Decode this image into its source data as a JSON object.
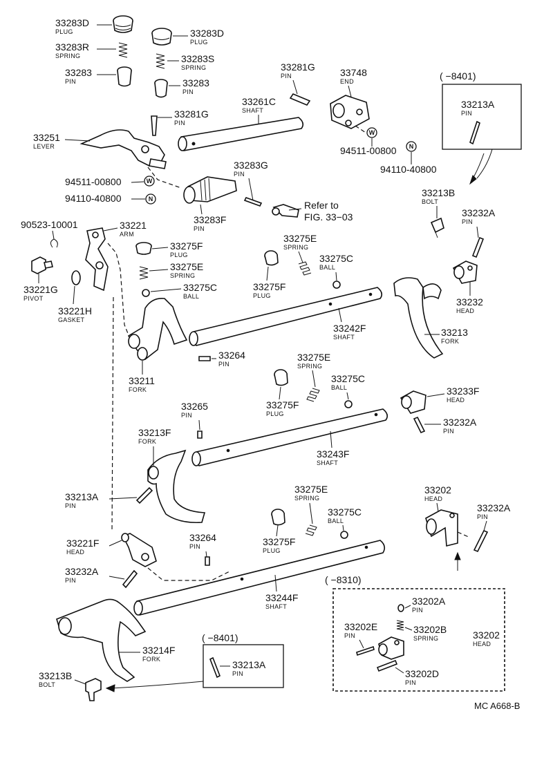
{
  "parts": [
    {
      "id": "p1",
      "number": "33283D",
      "name": "PLUG"
    },
    {
      "id": "p2",
      "number": "33283R",
      "name": "SPRING"
    },
    {
      "id": "p3",
      "number": "33283",
      "name": "PIN"
    },
    {
      "id": "p4",
      "number": "33283D",
      "name": "PLUG"
    },
    {
      "id": "p5",
      "number": "33283S",
      "name": "SPRING"
    },
    {
      "id": "p6",
      "number": "33283",
      "name": "PIN"
    },
    {
      "id": "p7",
      "number": "33281G",
      "name": "PIN"
    },
    {
      "id": "p8",
      "number": "33251",
      "name": "LEVER"
    },
    {
      "id": "p9",
      "number": "33281G",
      "name": "PIN"
    },
    {
      "id": "p10",
      "number": "33261C",
      "name": "SHAFT"
    },
    {
      "id": "p11",
      "number": "33748",
      "name": "END"
    },
    {
      "id": "p12",
      "number": "94511-00800",
      "name": ""
    },
    {
      "id": "p13",
      "number": "94110-40800",
      "name": ""
    },
    {
      "id": "p14",
      "number": "33283G",
      "name": "PIN"
    },
    {
      "id": "p15",
      "number": "94511-00800",
      "name": ""
    },
    {
      "id": "p16",
      "number": "94110-40800",
      "name": ""
    },
    {
      "id": "p17",
      "number": "33283F",
      "name": "PIN"
    },
    {
      "id": "p18",
      "number": "33213A",
      "name": "PIN"
    },
    {
      "id": "p19",
      "number": "33213B",
      "name": "BOLT"
    },
    {
      "id": "p20",
      "number": "33232A",
      "name": "PIN"
    },
    {
      "id": "p21",
      "number": "33232",
      "name": "HEAD"
    },
    {
      "id": "p22",
      "number": "90523-10001",
      "name": ""
    },
    {
      "id": "p23",
      "number": "33221",
      "name": "ARM"
    },
    {
      "id": "p24",
      "number": "33221G",
      "name": "PIVOT"
    },
    {
      "id": "p25",
      "number": "33221H",
      "name": "GASKET"
    },
    {
      "id": "p26",
      "number": "33275F",
      "name": "PLUG"
    },
    {
      "id": "p27",
      "number": "33275E",
      "name": "SPRING"
    },
    {
      "id": "p28",
      "number": "33275C",
      "name": "BALL"
    },
    {
      "id": "p29",
      "number": "33275E",
      "name": "SPRING"
    },
    {
      "id": "p30",
      "number": "33275C",
      "name": "BALL"
    },
    {
      "id": "p31",
      "number": "33275F",
      "name": "PLUG"
    },
    {
      "id": "p32",
      "number": "33242F",
      "name": "SHAFT"
    },
    {
      "id": "p33",
      "number": "33213",
      "name": "FORK"
    },
    {
      "id": "p34",
      "number": "33264",
      "name": "PIN"
    },
    {
      "id": "p35",
      "number": "33211",
      "name": "FORK"
    },
    {
      "id": "p36",
      "number": "33275E",
      "name": "SPRING"
    },
    {
      "id": "p37",
      "number": "33275C",
      "name": "BALL"
    },
    {
      "id": "p38",
      "number": "33275F",
      "name": "PLUG"
    },
    {
      "id": "p39",
      "number": "33265",
      "name": "PIN"
    },
    {
      "id": "p40",
      "number": "33233F",
      "name": "HEAD"
    },
    {
      "id": "p41",
      "number": "33232A",
      "name": "PIN"
    },
    {
      "id": "p42",
      "number": "33213F",
      "name": "FORK"
    },
    {
      "id": "p43",
      "number": "33243F",
      "name": "SHAFT"
    },
    {
      "id": "p44",
      "number": "33213A",
      "name": "PIN"
    },
    {
      "id": "p45",
      "number": "33275E",
      "name": "SPRING"
    },
    {
      "id": "p46",
      "number": "33275C",
      "name": "BALL"
    },
    {
      "id": "p47",
      "number": "33275F",
      "name": "PLUG"
    },
    {
      "id": "p48",
      "number": "33202",
      "name": "HEAD"
    },
    {
      "id": "p49",
      "number": "33232A",
      "name": "PIN"
    },
    {
      "id": "p50",
      "number": "33221F",
      "name": "HEAD"
    },
    {
      "id": "p51",
      "number": "33264",
      "name": "PIN"
    },
    {
      "id": "p52",
      "number": "33232A",
      "name": "PIN"
    },
    {
      "id": "p53",
      "number": "33244F",
      "name": "SHAFT"
    },
    {
      "id": "p54",
      "number": "33202A",
      "name": "PIN"
    },
    {
      "id": "p55",
      "number": "33202E",
      "name": "PIN"
    },
    {
      "id": "p56",
      "number": "33202B",
      "name": "SPRING"
    },
    {
      "id": "p57",
      "number": "33202",
      "name": "HEAD"
    },
    {
      "id": "p58",
      "number": "33202D",
      "name": "PIN"
    },
    {
      "id": "p59",
      "number": "33214F",
      "name": "FORK"
    },
    {
      "id": "p60",
      "number": "33213A",
      "name": "PIN"
    },
    {
      "id": "p61",
      "number": "33213B",
      "name": "BOLT"
    }
  ],
  "notes": {
    "refer_line1": "Refer to",
    "refer_line2": "FIG. 33−03",
    "box_top_right": "(      −8401)",
    "box_middle": "(      −8310)",
    "box_bottom": "(      −8401)",
    "diagram_code": "MC A668-B"
  },
  "symbols": {
    "washer": "W",
    "nut": "N"
  }
}
